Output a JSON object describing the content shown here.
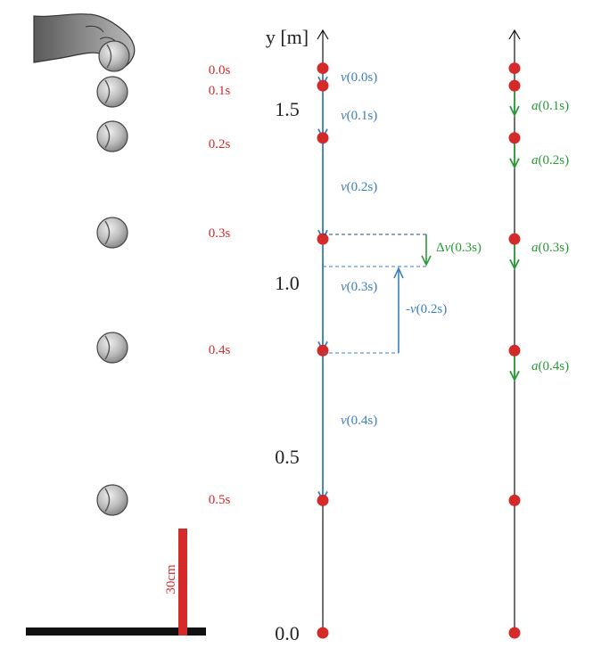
{
  "colors": {
    "red": "#d42a2a",
    "blue": "#3b7fc4",
    "green": "#2a9a36",
    "black": "#111111",
    "ball_fill": "#bdbdbd"
  },
  "axis": {
    "label": "y [m]",
    "ticks": [
      "0.0",
      "0.5",
      "1.0",
      "1.5"
    ],
    "tick_values": [
      0.0,
      0.5,
      1.0,
      1.5
    ]
  },
  "times": [
    "0.0s",
    "0.1s",
    "0.2s",
    "0.3s",
    "0.4s",
    "0.5s"
  ],
  "positions_m": [
    1.62,
    1.57,
    1.42,
    1.13,
    0.81,
    0.38,
    0.0
  ],
  "velocity_labels": [
    {
      "sym": "v",
      "arg": "(0.0s)"
    },
    {
      "sym": "v",
      "arg": "(0.1s)"
    },
    {
      "sym": "v",
      "arg": "(0.2s)"
    },
    {
      "sym": "v",
      "arg": "(0.3s)"
    },
    {
      "sym": "v",
      "arg": "(0.4s)"
    }
  ],
  "neg_velocity_label": {
    "prefix": "-",
    "sym": "v",
    "arg": "(0.2s)"
  },
  "delta_v_label": {
    "prefix": "Δ",
    "sym": "v",
    "arg": "(0.3s)"
  },
  "accel_labels": [
    {
      "sym": "a",
      "arg": "(0.1s)"
    },
    {
      "sym": "a",
      "arg": "(0.2s)"
    },
    {
      "sym": "a",
      "arg": "(0.3s)"
    },
    {
      "sym": "a",
      "arg": "(0.4s)"
    }
  ],
  "scale_bar_label": "30cm"
}
